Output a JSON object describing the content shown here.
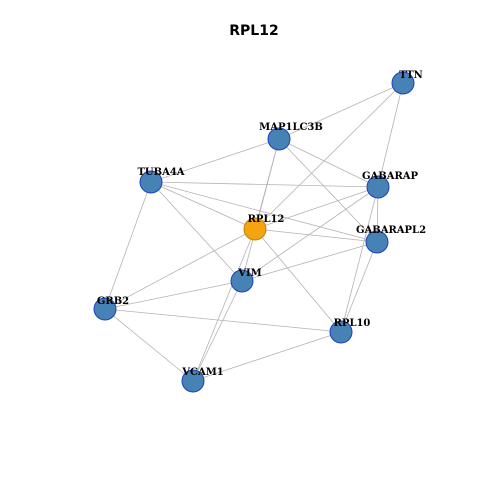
{
  "title": "RPL12",
  "colors": {
    "node_fill": "#4682B4",
    "node_stroke": "#1F3FBF",
    "focus_fill": "#F5A30F",
    "focus_stroke": "#B8860B",
    "edge": "#B3B3B3"
  },
  "nodes": [
    {
      "id": "TTN",
      "label": "TTN",
      "focus": false
    },
    {
      "id": "MAP1LC3B",
      "label": "MAP1LC3B",
      "focus": false
    },
    {
      "id": "TUBA4A",
      "label": "TUBA4A",
      "focus": false
    },
    {
      "id": "GABARAP",
      "label": "GABARAP",
      "focus": false
    },
    {
      "id": "RPL12",
      "label": "RPL12",
      "focus": true
    },
    {
      "id": "GABARAPL2",
      "label": "GABARAPL2",
      "focus": false
    },
    {
      "id": "VIM",
      "label": "VIM",
      "focus": false
    },
    {
      "id": "GRB2",
      "label": "GRB2",
      "focus": false
    },
    {
      "id": "RPL10",
      "label": "RPL10",
      "focus": false
    },
    {
      "id": "VCAM1",
      "label": "VCAM1",
      "focus": false
    }
  ],
  "edges": [
    [
      "TTN",
      "MAP1LC3B"
    ],
    [
      "TTN",
      "GABARAP"
    ],
    [
      "TTN",
      "RPL12"
    ],
    [
      "MAP1LC3B",
      "TUBA4A"
    ],
    [
      "MAP1LC3B",
      "GABARAP"
    ],
    [
      "MAP1LC3B",
      "GABARAPL2"
    ],
    [
      "MAP1LC3B",
      "RPL12"
    ],
    [
      "MAP1LC3B",
      "VIM"
    ],
    [
      "TUBA4A",
      "GABARAP"
    ],
    [
      "TUBA4A",
      "GABARAPL2"
    ],
    [
      "TUBA4A",
      "RPL12"
    ],
    [
      "TUBA4A",
      "VIM"
    ],
    [
      "TUBA4A",
      "GRB2"
    ],
    [
      "GABARAP",
      "RPL12"
    ],
    [
      "GABARAP",
      "VIM"
    ],
    [
      "GABARAP",
      "RPL10"
    ],
    [
      "GABARAP",
      "GABARAPL2"
    ],
    [
      "RPL12",
      "GABARAPL2"
    ],
    [
      "RPL12",
      "GRB2"
    ],
    [
      "RPL12",
      "RPL10"
    ],
    [
      "RPL12",
      "VCAM1"
    ],
    [
      "GABARAPL2",
      "VIM"
    ],
    [
      "GABARAPL2",
      "RPL10"
    ],
    [
      "VIM",
      "GRB2"
    ],
    [
      "VIM",
      "VCAM1"
    ],
    [
      "GRB2",
      "RPL10"
    ],
    [
      "GRB2",
      "VCAM1"
    ],
    [
      "RPL10",
      "VCAM1"
    ]
  ]
}
